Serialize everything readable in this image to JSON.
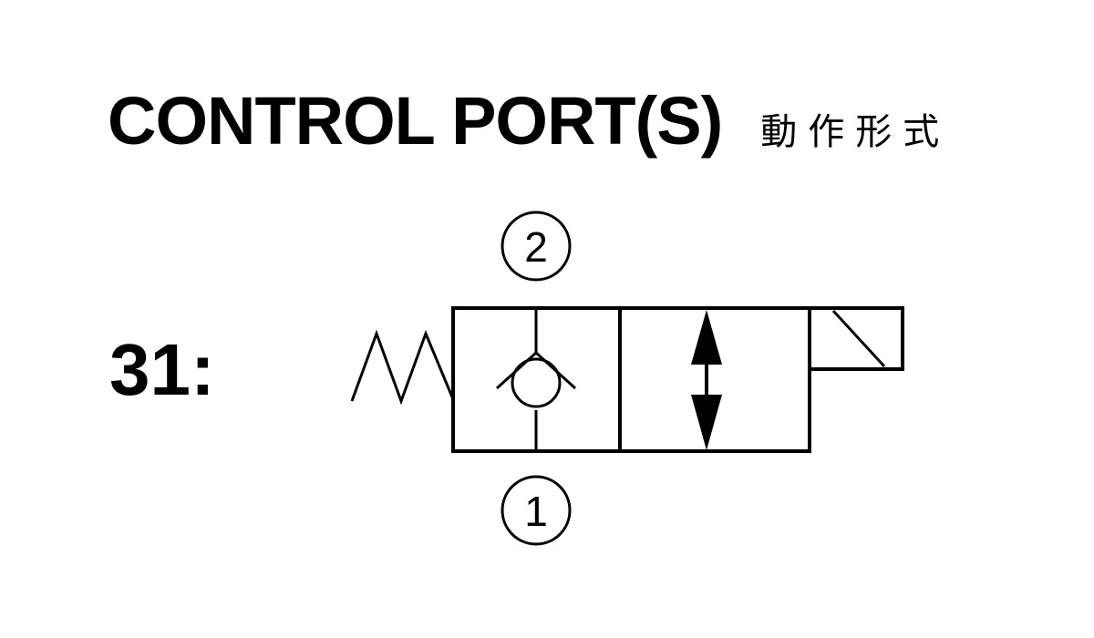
{
  "header": {
    "title": "CONTROL PORT(S)",
    "title_cn": "動作形式"
  },
  "symbol": {
    "code": "31:",
    "port_top": "2",
    "port_bottom": "1",
    "components": [
      "spring",
      "check-valve",
      "bidirectional-flow-arrow",
      "solenoid"
    ]
  },
  "colors": {
    "line": "#000000",
    "background": "#ffffff"
  }
}
